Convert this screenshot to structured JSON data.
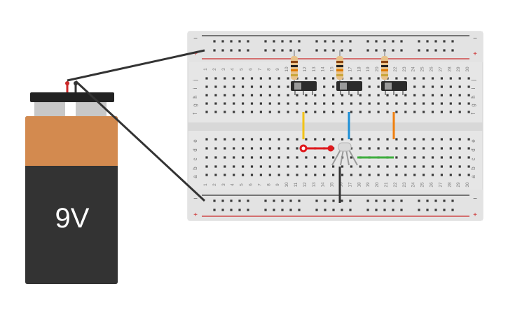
{
  "battery": {
    "label": "9V",
    "colors": {
      "body": "#333333",
      "band": "#d38a4f",
      "cap": "#222222",
      "terminal": "#c8c8c8"
    }
  },
  "breadboard": {
    "columns": 30,
    "row_letters_top": [
      "j",
      "i",
      "h",
      "g",
      "f"
    ],
    "row_letters_bottom": [
      "e",
      "d",
      "c",
      "b",
      "a"
    ],
    "rail_minus": "−",
    "rail_plus": "+",
    "colors": {
      "board": "#e6e6e6",
      "hole": "#3a3a3a",
      "rail_red": "#cc2a2a",
      "rail_black": "#333333",
      "label": "#7a7a7a"
    }
  },
  "components": {
    "resistors": 3,
    "slide_switches": 3,
    "rgb_led": "rgb-led",
    "wire_colors": {
      "yellow": "#f2c318",
      "blue": "#1d8fd6",
      "orange": "#f07f0d",
      "red": "#e0181c",
      "green": "#3fae3f",
      "black": "#333333"
    }
  }
}
